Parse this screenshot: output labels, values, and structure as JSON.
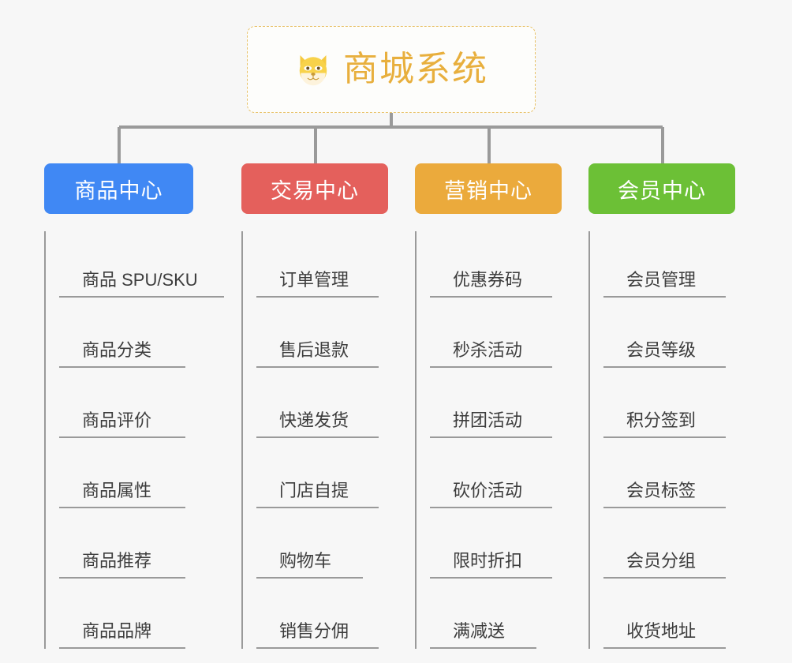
{
  "root": {
    "title": "商城系统",
    "icon": "dog-face-emoji",
    "border_color": "#e8c26a",
    "text_color": "#e8af3d"
  },
  "canvas": {
    "background": "#f7f7f7",
    "connector_color": "#9a9a9a"
  },
  "columns": [
    {
      "label": "商品中心",
      "color": "#4088f4",
      "items": [
        "商品 SPU/SKU",
        "商品分类",
        "商品评价",
        "商品属性",
        "商品推荐",
        "商品品牌"
      ]
    },
    {
      "label": "交易中心",
      "color": "#e4605c",
      "items": [
        "订单管理",
        "售后退款",
        "快递发货",
        "门店自提",
        "购物车",
        "销售分佣"
      ]
    },
    {
      "label": "营销中心",
      "color": "#ebaa3c",
      "items": [
        "优惠券码",
        "秒杀活动",
        "拼团活动",
        "砍价活动",
        "限时折扣",
        "满减送"
      ]
    },
    {
      "label": "会员中心",
      "color": "#6cc036",
      "items": [
        "会员管理",
        "会员等级",
        "积分签到",
        "会员标签",
        "会员分组",
        "收货地址"
      ]
    }
  ]
}
